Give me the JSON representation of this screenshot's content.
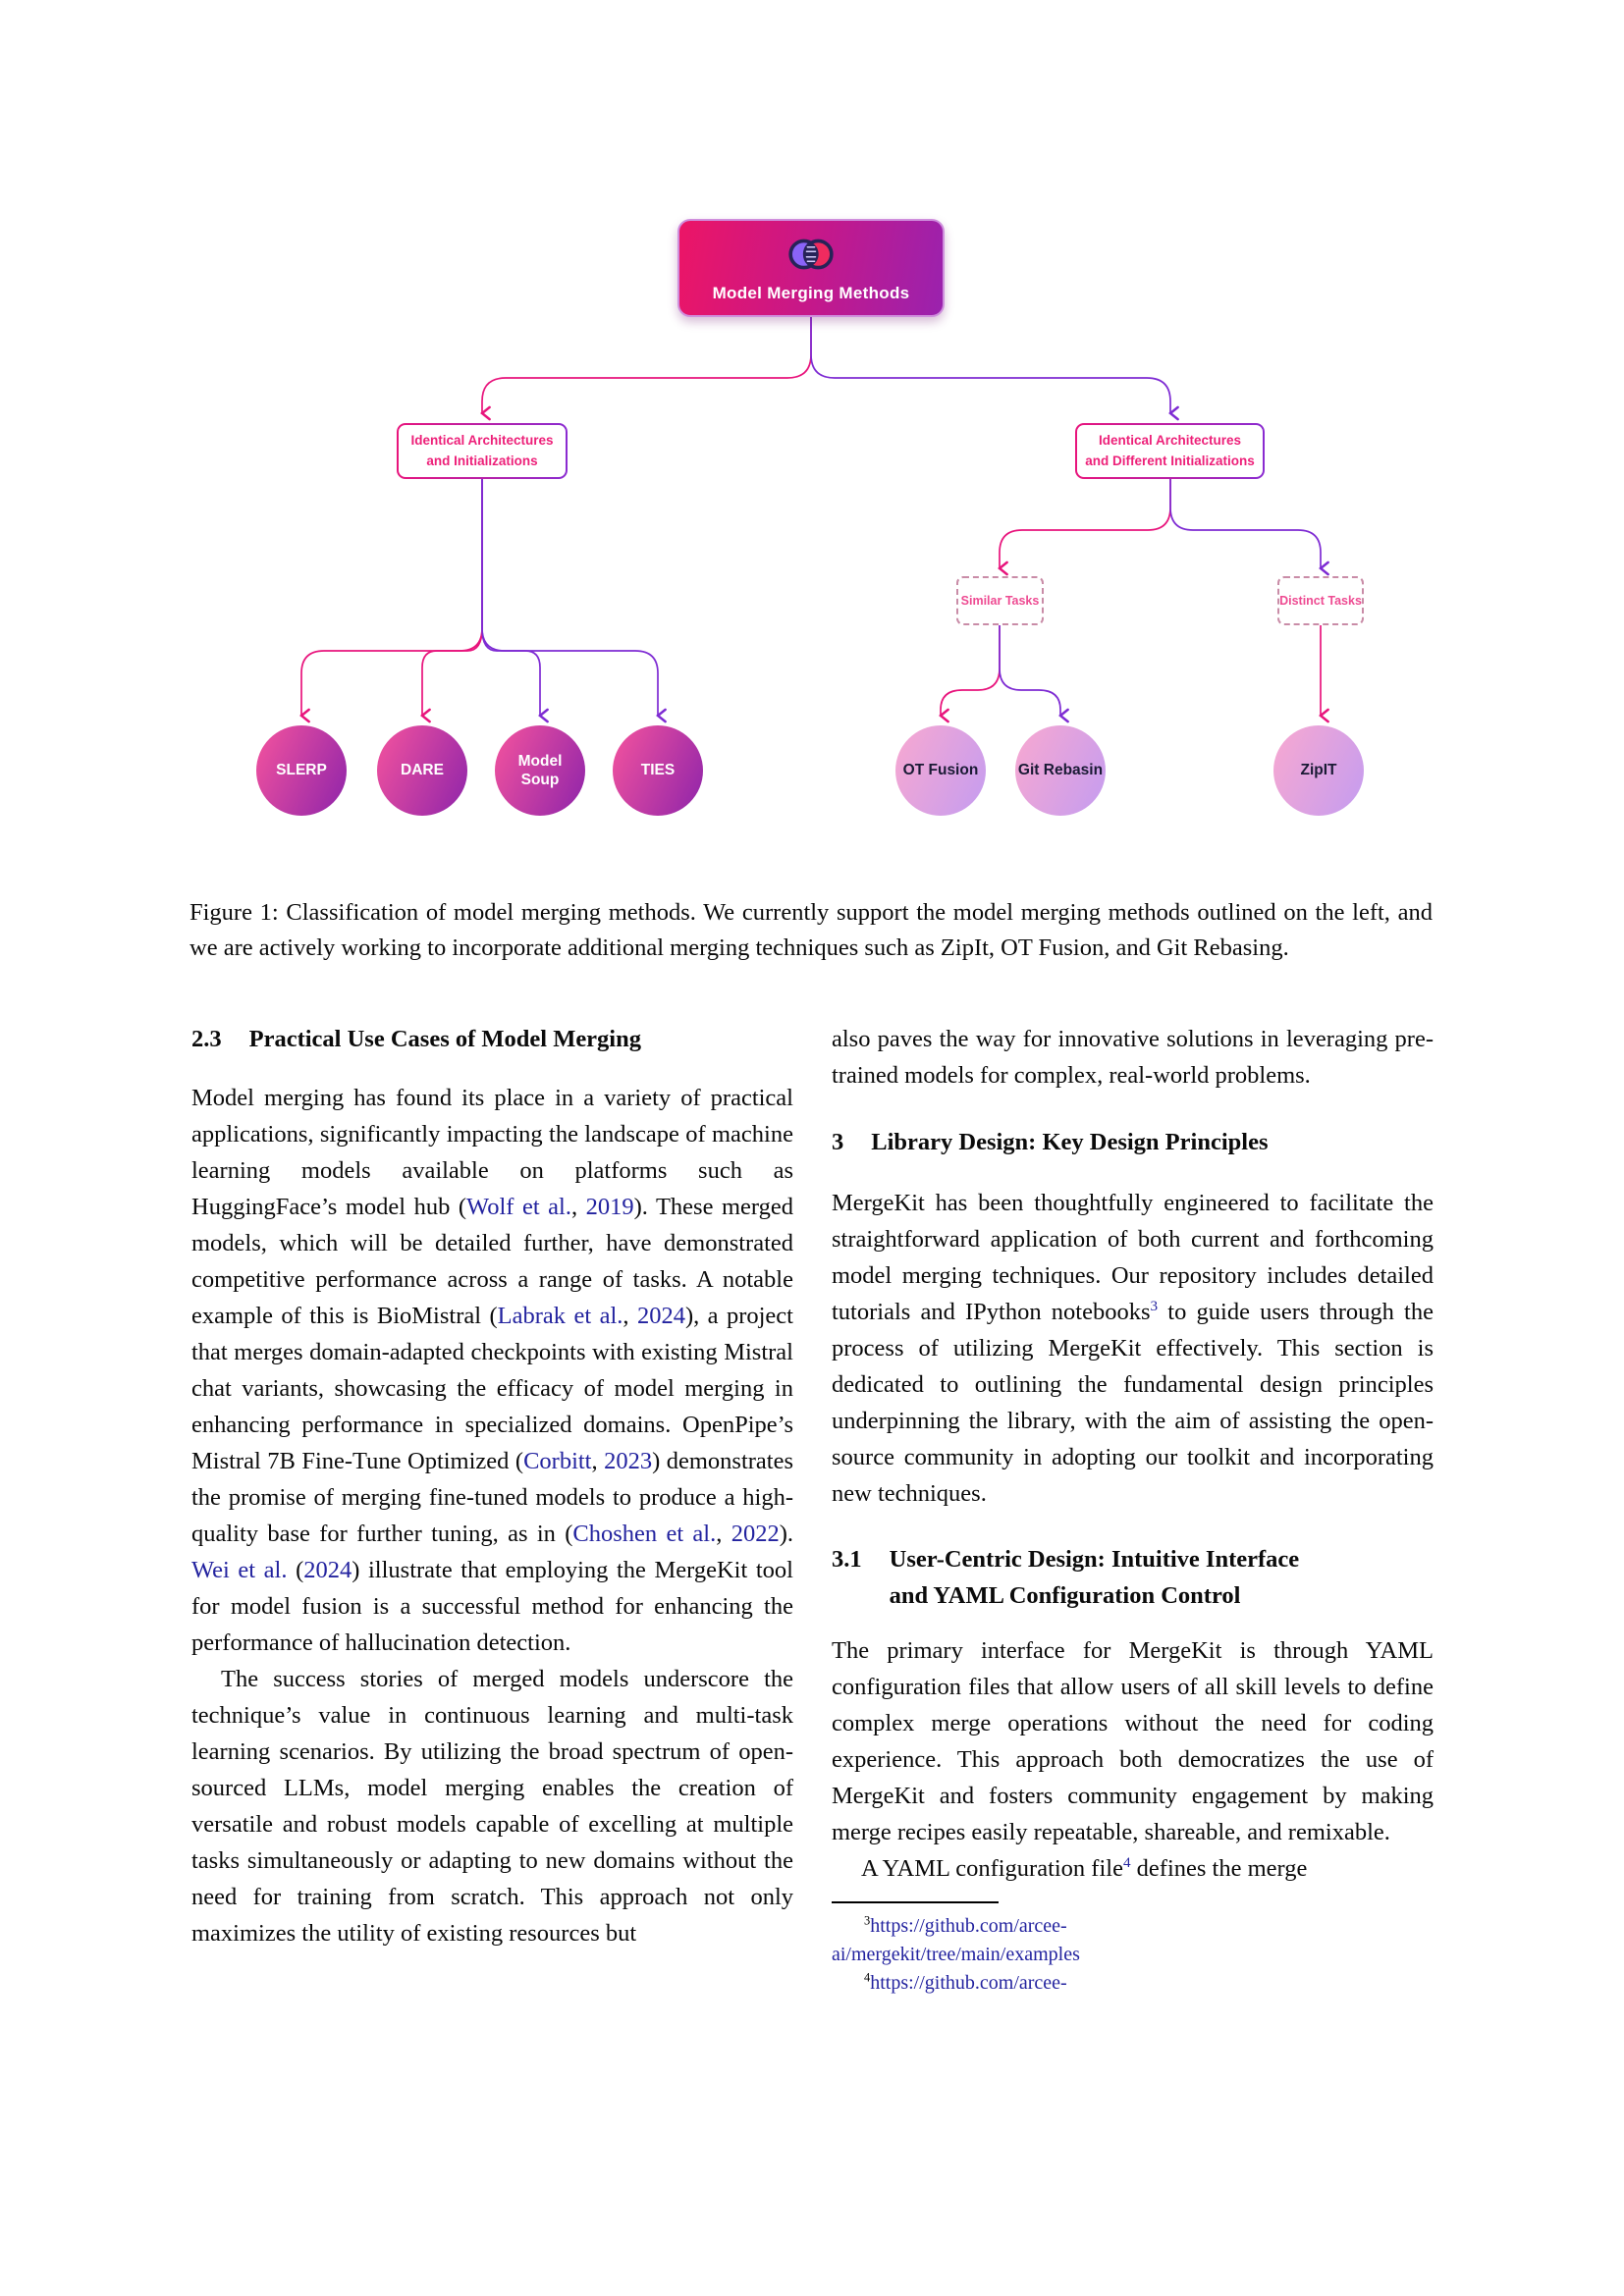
{
  "figure": {
    "root_label": "Model Merging Methods",
    "left_branch_label": "Identical Architectures\nand Initializations",
    "right_branch_label": "Identical Architectures\nand Different Initializations",
    "similar_label": "Similar Tasks",
    "distinct_label": "Distinct Tasks",
    "methods_left": [
      "SLERP",
      "DARE",
      "Model\nSoup",
      "TIES"
    ],
    "methods_right": [
      "OT Fusion",
      "Git Rebasin",
      "ZipIT"
    ],
    "colors": {
      "root_gradient_start": "#ec1566",
      "root_gradient_end": "#9a22ae",
      "accent_pink": "#e8147c",
      "accent_purple": "#8a2bd1",
      "box_text_pink": "#ed2079",
      "circle_left_start": "#f0519e",
      "circle_left_end": "#8e24aa",
      "circle_right_start": "#f6a8d2",
      "circle_right_end": "#c49cf0",
      "citation_blue": "#23239f"
    }
  },
  "caption": {
    "text": "Figure 1: Classification of model merging methods. We currently support the model merging methods outlined on the left, and we are actively working to incorporate additional merging techniques such as ZipIt, OT Fusion, and Git Rebasing."
  },
  "left_column": {
    "section_2_3": {
      "number": "2.3",
      "title": "Practical Use Cases of Model Merging"
    },
    "p1": [
      {
        "t": "Model merging has found its place in a variety of practical applications, significantly impacting the landscape of machine learning models available on platforms such as HuggingFace’s model hub ("
      },
      {
        "t": "Wolf et al.",
        "s": "cite"
      },
      {
        "t": ", "
      },
      {
        "t": "2019",
        "s": "cite"
      },
      {
        "t": "). These merged models, which will be detailed further, have demonstrated competitive performance across a range of tasks. A notable example of this is BioMistral ("
      },
      {
        "t": "Labrak et al.",
        "s": "cite"
      },
      {
        "t": ", "
      },
      {
        "t": "2024",
        "s": "cite"
      },
      {
        "t": "), a project that merges domain-adapted checkpoints with existing Mistral chat variants, showcasing the efficacy of model merging in enhancing performance in specialized domains. OpenPipe’s Mistral 7B Fine-Tune Optimized ("
      },
      {
        "t": "Corbitt",
        "s": "cite"
      },
      {
        "t": ", "
      },
      {
        "t": "2023",
        "s": "cite"
      },
      {
        "t": ") demonstrates the promise of merging fine-tuned models to produce a high-quality base for further tuning, as in ("
      },
      {
        "t": "Choshen et al.",
        "s": "cite"
      },
      {
        "t": ", "
      },
      {
        "t": "2022",
        "s": "cite"
      },
      {
        "t": "). "
      },
      {
        "t": "Wei et al.",
        "s": "cite"
      },
      {
        "t": " ("
      },
      {
        "t": "2024",
        "s": "cite"
      },
      {
        "t": ") illustrate that employing the MergeKit tool for model fusion is a successful method for enhancing the performance of hallucination detection."
      }
    ],
    "p2": [
      {
        "t": "The success stories of merged models underscore the technique’s value in continuous learning and multi-task learning scenarios. By utilizing the broad spectrum of open-sourced LLMs, model merging enables the creation of versatile and robust models capable of excelling at multiple tasks simultaneously or adapting to new domains without the need for training from scratch. This approach not only maximizes the utility of existing resources but"
      }
    ]
  },
  "right_column": {
    "p0": [
      {
        "t": "also paves the way for innovative solutions in leveraging pre-trained models for complex, real-world problems."
      }
    ],
    "section_3": {
      "number": "3",
      "title": "Library Design: Key Design Principles"
    },
    "p1": [
      {
        "t": "MergeKit has been thoughtfully engineered to facilitate the straightforward application of both current and forthcoming model merging techniques. Our repository includes detailed tutorials and IPython notebooks"
      },
      {
        "t": "3",
        "s": "supcite"
      },
      {
        "t": " to guide users through the process of utilizing MergeKit effectively. This section is dedicated to outlining the fundamental design principles underpinning the library, with the aim of assisting the open-source community in adopting our toolkit and incorporating new techniques."
      }
    ],
    "section_3_1": {
      "number": "3.1",
      "title": "User-Centric Design: Intuitive Interface\nand YAML Configuration Control"
    },
    "p2": [
      {
        "t": "The primary interface for MergeKit is through YAML configuration files that allow users of all skill levels to define complex merge operations without the need for coding experience. This approach both democratizes the use of MergeKit and fosters community engagement by making merge recipes easily repeatable, shareable, and remixable."
      }
    ],
    "p3": [
      {
        "t": "A YAML configuration file"
      },
      {
        "t": "4",
        "s": "supcite"
      },
      {
        "t": " defines the merge"
      }
    ]
  },
  "footnotes": [
    {
      "marker": "3",
      "url_display": "https://github.com/arcee-\nai/mergekit/tree/main/examples"
    },
    {
      "marker": "4",
      "url_display": "https://github.com/arcee-"
    }
  ]
}
